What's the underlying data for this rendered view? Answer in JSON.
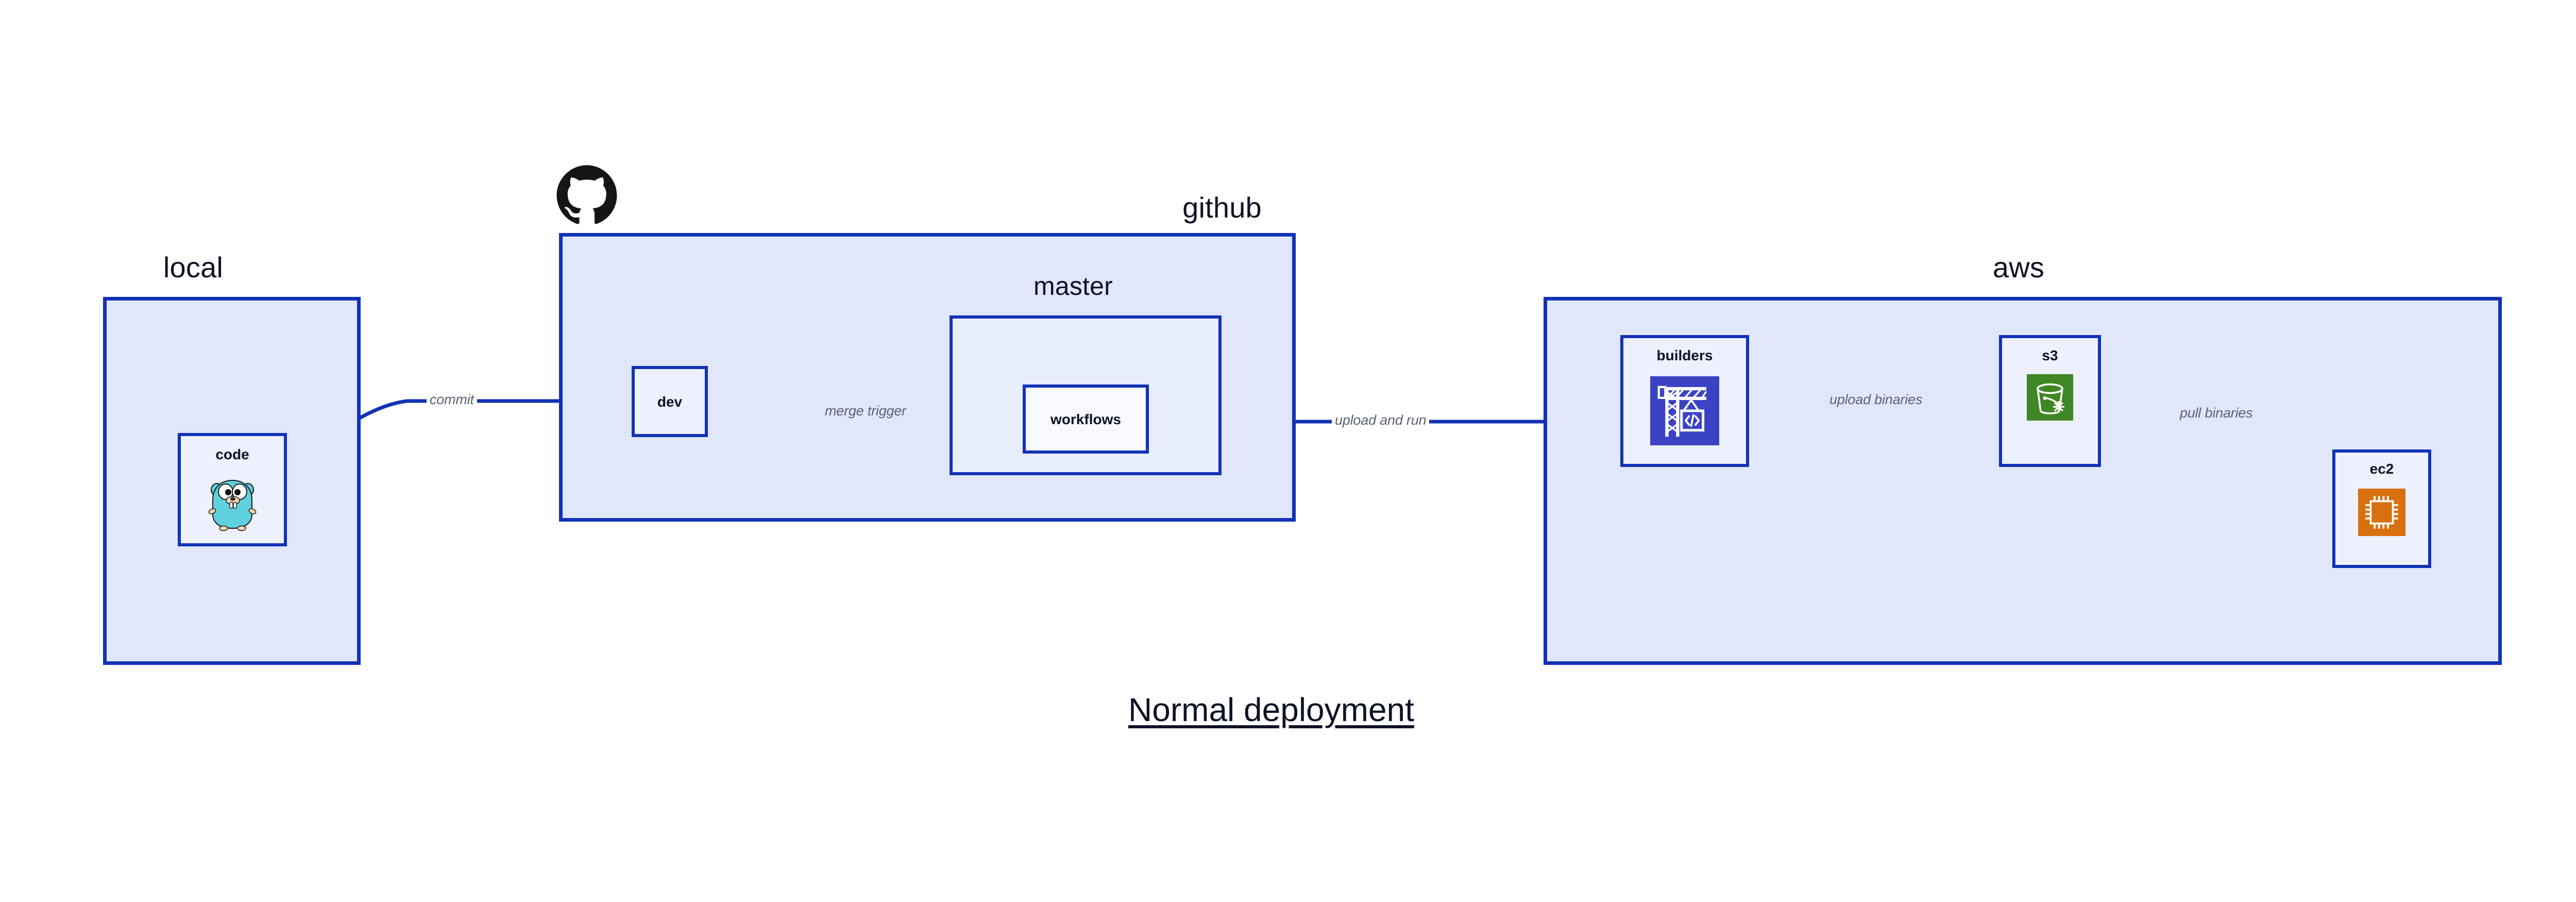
{
  "diagram": {
    "title": "Normal deployment",
    "background": "#ffffff",
    "accent_border": "#1232b6",
    "group_fill": "#e1e7fa",
    "node_fill": "#ecf1fd",
    "label_color": "#5a6272",
    "text_color": "#0d1226"
  },
  "groups": {
    "local": {
      "title": "local",
      "nodes": {
        "code": {
          "label": "code",
          "icon": "go-gopher-icon"
        }
      }
    },
    "github": {
      "title": "github",
      "logo_icon": "github-octocat-icon",
      "nodes": {
        "dev": {
          "label": "dev"
        }
      },
      "subgroups": {
        "master": {
          "title": "master",
          "nodes": {
            "workflows": {
              "label": "workflows"
            }
          }
        }
      }
    },
    "aws": {
      "title": "aws",
      "nodes": {
        "builders": {
          "label": "builders",
          "icon": "aws-codebuild-crane-icon",
          "icon_color": "#3b43c4"
        },
        "s3": {
          "label": "s3",
          "icon": "aws-s3-bucket-icon",
          "icon_color": "#3f8624"
        },
        "ec2": {
          "label": "ec2",
          "icon": "aws-ec2-chip-icon",
          "icon_color": "#d9700f"
        }
      }
    }
  },
  "edges": [
    {
      "id": "commit",
      "label": "commit",
      "from": "code",
      "to": "dev"
    },
    {
      "id": "merge-trigger",
      "label": "merge trigger",
      "from": "dev",
      "to": "workflows"
    },
    {
      "id": "upload-and-run",
      "label": "upload and run",
      "from": "workflows",
      "to": "builders"
    },
    {
      "id": "upload-binaries",
      "label": "upload binaries",
      "from": "builders",
      "to": "s3"
    },
    {
      "id": "pull-binaries",
      "label": "pull binaries",
      "from": "s3",
      "to": "ec2"
    }
  ]
}
